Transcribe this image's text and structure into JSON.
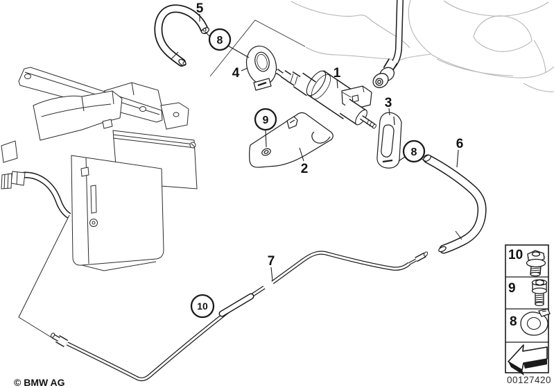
{
  "colors": {
    "line": "#1a1a1a",
    "light_line": "#b4b4b4",
    "background": "#ffffff"
  },
  "footer": {
    "copyright": "© BMW AG",
    "document_number": "00127420"
  },
  "callouts": {
    "plain": [
      {
        "text": "5"
      },
      {
        "text": "4"
      },
      {
        "text": "1"
      },
      {
        "text": "2"
      },
      {
        "text": "3"
      },
      {
        "text": "6"
      },
      {
        "text": "7"
      }
    ],
    "circled": [
      {
        "text": "8"
      },
      {
        "text": "9"
      },
      {
        "text": "8"
      },
      {
        "text": "10"
      }
    ]
  },
  "legend": {
    "rows": [
      {
        "label": "10",
        "icon": "flange-bolt-icon"
      },
      {
        "label": "9",
        "icon": "socket-head-screw-icon"
      },
      {
        "label": "8",
        "icon": "hose-clamp-icon"
      },
      {
        "label": "",
        "icon": "direction-arrow-icon"
      }
    ]
  }
}
